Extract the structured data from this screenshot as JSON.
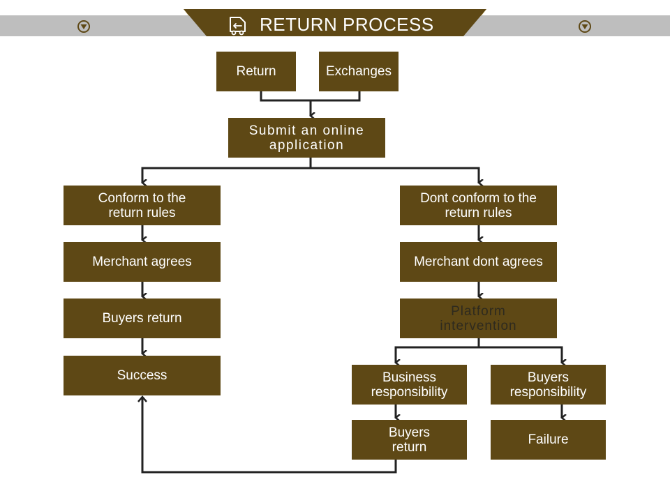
{
  "header": {
    "title": "RETURN PROCESS",
    "icon": "return-truck-icon",
    "left_icon": "chevron-down-circle-icon",
    "right_icon": "chevron-down-circle-icon"
  },
  "colors": {
    "box": "#5e4815",
    "banner_gray": "#bebebe",
    "accent_gold": "#b8922a",
    "connector": "#222222"
  },
  "flow": {
    "start": {
      "return": "Return",
      "exchanges": "Exchanges"
    },
    "submit": "Submit an online application",
    "left_branch": {
      "conform": "Conform to the return rules",
      "merchant_agrees": "Merchant agrees",
      "buyers_return": "Buyers return",
      "success": "Success"
    },
    "right_branch": {
      "dont_conform": "Dont conform to the return rules",
      "merchant_dont_agrees": "Merchant dont agrees",
      "platform_intervention": "Platform intervention",
      "business_responsibility": "Business responsibility",
      "buyers_responsibility": "Buyers responsibility",
      "buyers_return": "Buyers return",
      "failure": "Failure"
    }
  }
}
